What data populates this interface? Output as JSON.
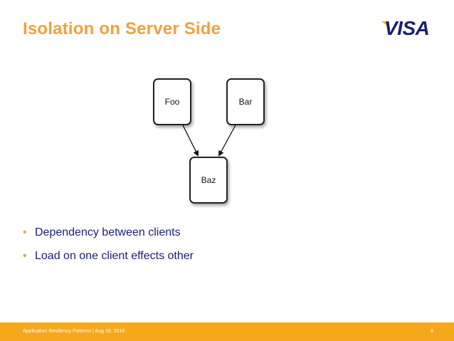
{
  "slide": {
    "title": "Isolation on Server Side",
    "logo_text": "VISA"
  },
  "diagram": {
    "nodes": {
      "foo": "Foo",
      "bar": "Bar",
      "baz": "Baz"
    }
  },
  "bullets": [
    "Dependency between clients",
    "Load on one client effects other"
  ],
  "footer": {
    "text": "Application Resiliency Patterns | Aug 19, 2016",
    "page": "8"
  },
  "colors": {
    "title": "#f0a13a",
    "brand_blue": "#1a1f71",
    "footer_bar": "#f5a81c",
    "brand_gold": "#f7b600"
  }
}
